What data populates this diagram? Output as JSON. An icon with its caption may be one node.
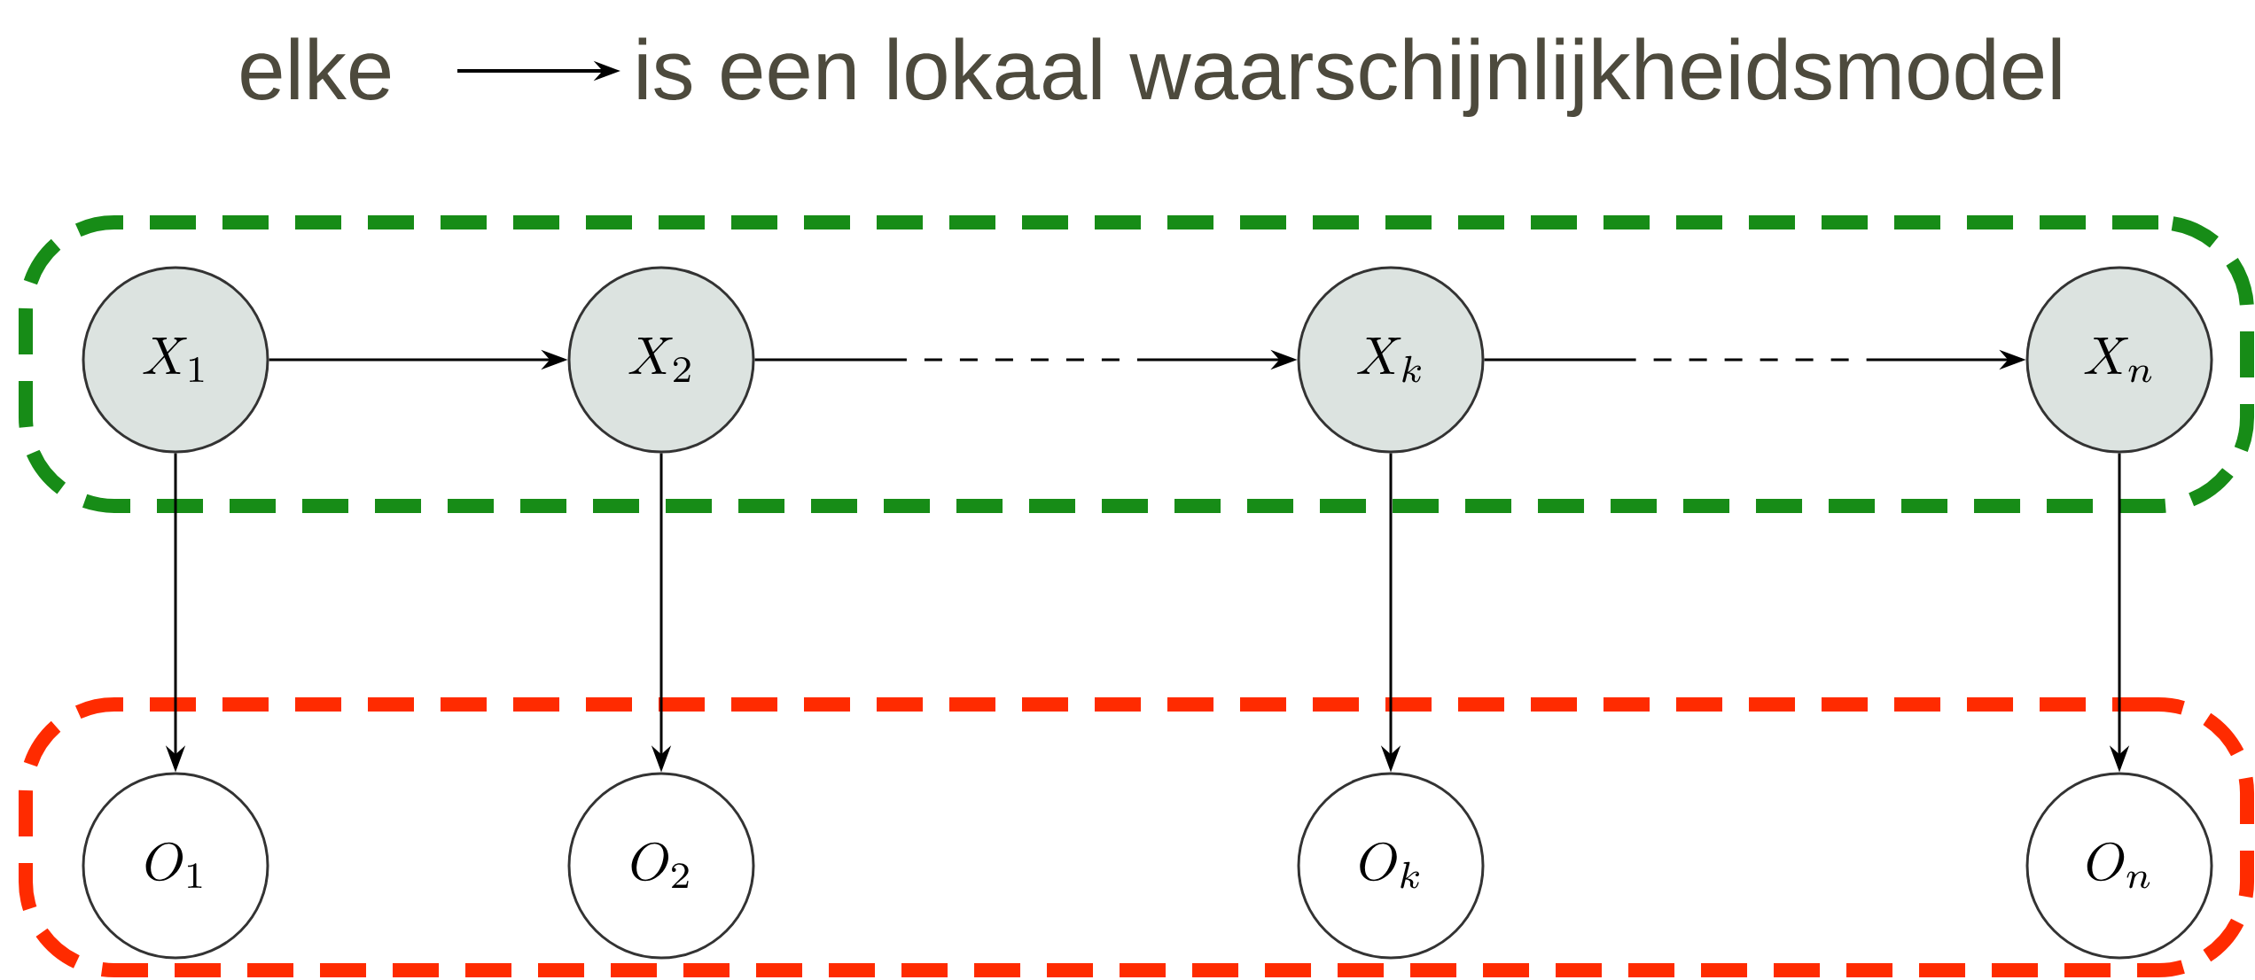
{
  "diagram": {
    "nodes": [
      {
        "text": [],
        "shape": "box"
      },
      {
        "text": [
          "X_1"
        ],
        "in": 0
      },
      {
        "text": [
          "X_2"
        ],
        "in": 0
      },
      {
        "text": [
          "X_k"
        ],
        "in": 0
      },
      {
        "text": [
          "X_n"
        ],
        "in": 0
      },
      {
        "text": [],
        "shape": "box"
      },
      {
        "text": [
          "O_1"
        ],
        "in": 5
      },
      {
        "text": [
          "O_2"
        ],
        "in": 5
      },
      {
        "text": [
          "O_k"
        ],
        "in": 5
      },
      {
        "text": [
          "O_n"
        ],
        "in": 5
      }
    ],
    "edges": [
      {
        "from": 1,
        "to": 2,
        "arrow": "to"
      },
      {
        "from": 2,
        "to": 3,
        "arrow": "to",
        "style": "dashed"
      },
      {
        "from": 3,
        "to": 4,
        "arrow": "to",
        "style": "dashed"
      },
      {
        "from": 1,
        "to": 6,
        "arrow": "to"
      },
      {
        "from": 2,
        "to": 7,
        "arrow": "to"
      },
      {
        "from": 3,
        "to": 8,
        "arrow": "to"
      },
      {
        "from": 4,
        "to": 9,
        "arrow": "to"
      }
    ],
    "labels": [
      "elke",
      "is een lokaal waarschijnlijkheidsmodel"
    ]
  }
}
